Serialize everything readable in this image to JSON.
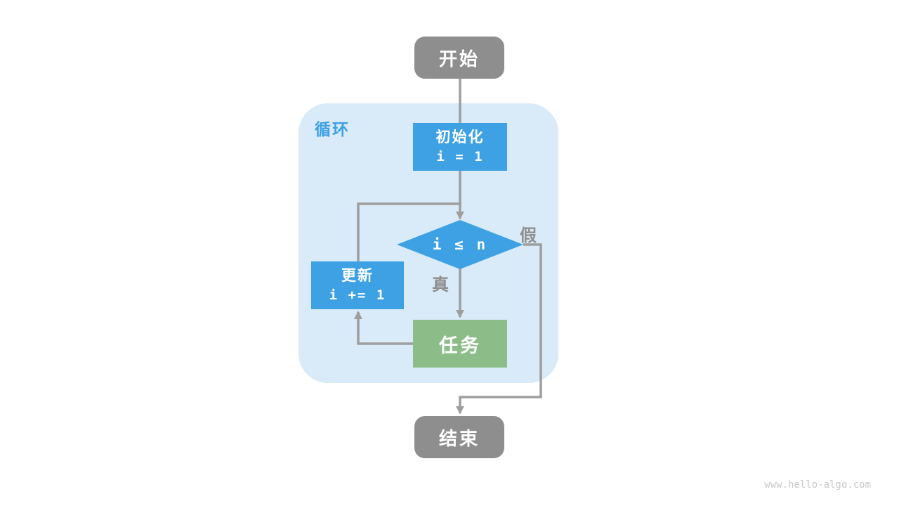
{
  "flowchart": {
    "container_label": "循环",
    "nodes": {
      "start": {
        "label": "开始"
      },
      "init": {
        "title": "初始化",
        "code": "i = 1"
      },
      "cond": {
        "code": "i ≤ n"
      },
      "update": {
        "title": "更新",
        "code": "i += 1"
      },
      "task": {
        "label": "任务"
      },
      "end": {
        "label": "结束"
      }
    },
    "edge_labels": {
      "true": "真",
      "false": "假"
    },
    "colors": {
      "node_blue": "#3da1e4",
      "node_green": "#8cbd88",
      "node_gray": "#8e8e8e",
      "loop_background": "#d9eaf8",
      "arrow_gray": "#9e9e9e",
      "edge_label_gray": "#8f8f8f",
      "watermark_gray": "#c9c9c9"
    }
  },
  "page": {
    "watermark": "www.hello-algo.com"
  }
}
